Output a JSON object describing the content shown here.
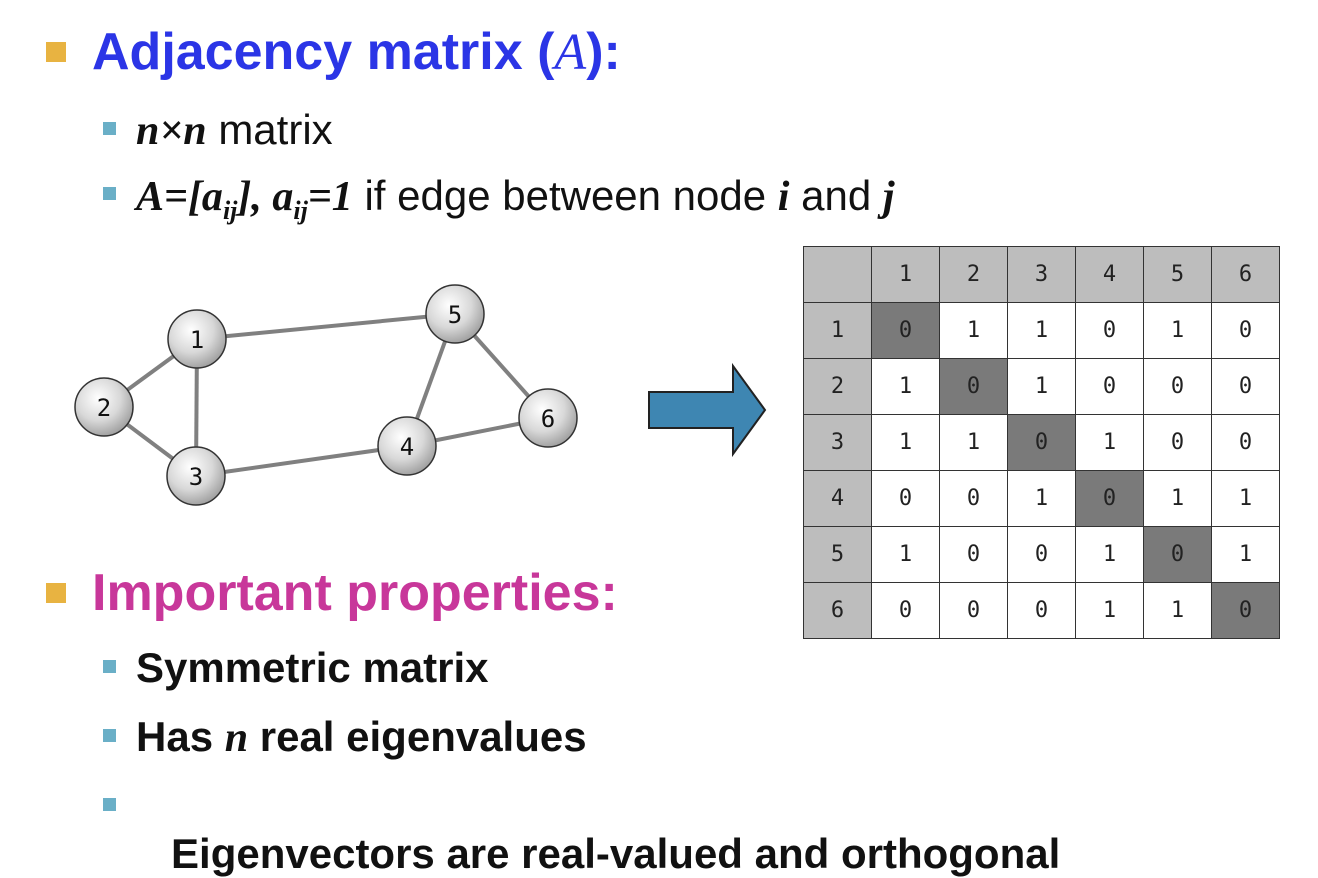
{
  "colors": {
    "heading1": "#2b35e6",
    "heading2": "#c8379a",
    "bullet_primary": "#e8b341",
    "bullet_secondary": "#6aafc7",
    "arrow_fill": "#3e86b2",
    "edge": "#808080"
  },
  "heading1": {
    "text": "Adjacency matrix (",
    "math": "A",
    "tail": "):"
  },
  "sub1": {
    "math": "n×n",
    "text": " matrix"
  },
  "sub2": {
    "m1": "A=[a",
    "m1_sub": "ij",
    "m2": "], a",
    "m2_sub": "ij",
    "m3": "=1",
    "text1": " if edge between node ",
    "i": "i",
    "text2": " and ",
    "j": "j"
  },
  "heading2": {
    "text": "Important properties:"
  },
  "properties": [
    {
      "text": "Symmetric matrix"
    },
    {
      "pre": "Has ",
      "math": "n",
      "post": " real eigenvalues"
    },
    {
      "text": " Eigenvectors are real-valued and orthogonal"
    }
  ],
  "graph": {
    "nodes": [
      {
        "id": "1",
        "label": "1"
      },
      {
        "id": "2",
        "label": "2"
      },
      {
        "id": "3",
        "label": "3"
      },
      {
        "id": "4",
        "label": "4"
      },
      {
        "id": "5",
        "label": "5"
      },
      {
        "id": "6",
        "label": "6"
      }
    ],
    "edges": [
      [
        "1",
        "2"
      ],
      [
        "1",
        "3"
      ],
      [
        "2",
        "3"
      ],
      [
        "1",
        "5"
      ],
      [
        "3",
        "4"
      ],
      [
        "4",
        "5"
      ],
      [
        "5",
        "6"
      ],
      [
        "4",
        "6"
      ]
    ]
  },
  "matrix": {
    "headers": [
      "1",
      "2",
      "3",
      "4",
      "5",
      "6"
    ],
    "rows": [
      [
        "0",
        "1",
        "1",
        "0",
        "1",
        "0"
      ],
      [
        "1",
        "0",
        "1",
        "0",
        "0",
        "0"
      ],
      [
        "1",
        "1",
        "0",
        "1",
        "0",
        "0"
      ],
      [
        "0",
        "0",
        "1",
        "0",
        "1",
        "1"
      ],
      [
        "1",
        "0",
        "0",
        "1",
        "0",
        "1"
      ],
      [
        "0",
        "0",
        "0",
        "1",
        "1",
        "0"
      ]
    ]
  }
}
